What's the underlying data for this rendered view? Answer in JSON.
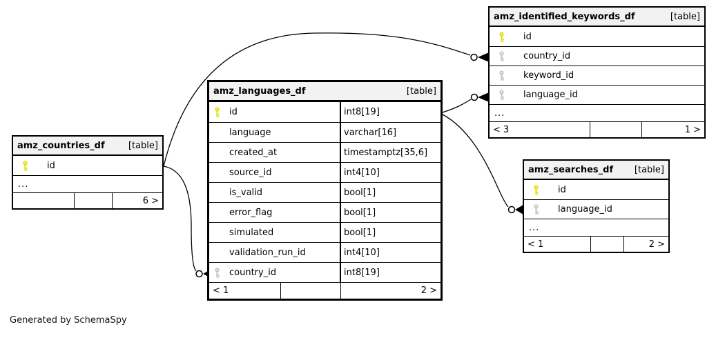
{
  "diagram": {
    "credit": "Generated by SchemaSpy",
    "colors": {
      "background": "#ffffff",
      "header_bg": "#f2f2f2",
      "border": "#000000",
      "primary_key": "#e0e000",
      "foreign_key": "#c4c4c4"
    },
    "tables": [
      {
        "title": "amz_countries_df",
        "badge": "[table]",
        "columns": [
          {
            "name": "id",
            "key": "pk",
            "type": ""
          }
        ],
        "ellipsis": "...",
        "footer": {
          "left": "",
          "mid": "",
          "right": "6 >"
        }
      },
      {
        "title": "amz_languages_df",
        "badge": "[table]",
        "columns": [
          {
            "name": "id",
            "key": "pk",
            "type": "int8[19]"
          },
          {
            "name": "language",
            "key": "",
            "type": "varchar[16]"
          },
          {
            "name": "created_at",
            "key": "",
            "type": "timestamptz[35,6]"
          },
          {
            "name": "source_id",
            "key": "",
            "type": "int4[10]"
          },
          {
            "name": "is_valid",
            "key": "",
            "type": "bool[1]"
          },
          {
            "name": "error_flag",
            "key": "",
            "type": "bool[1]"
          },
          {
            "name": "simulated",
            "key": "",
            "type": "bool[1]"
          },
          {
            "name": "validation_run_id",
            "key": "",
            "type": "int4[10]"
          },
          {
            "name": "country_id",
            "key": "fk",
            "type": "int8[19]"
          }
        ],
        "footer": {
          "left": "< 1",
          "mid": "",
          "right": "2 >"
        }
      },
      {
        "title": "amz_identified_keywords_df",
        "badge": "[table]",
        "columns": [
          {
            "name": "id",
            "key": "pk",
            "type": ""
          },
          {
            "name": "country_id",
            "key": "fk",
            "type": ""
          },
          {
            "name": "keyword_id",
            "key": "fk",
            "type": ""
          },
          {
            "name": "language_id",
            "key": "fk",
            "type": ""
          }
        ],
        "ellipsis": "...",
        "footer": {
          "left": "< 3",
          "mid": "",
          "right": "1 >"
        }
      },
      {
        "title": "amz_searches_df",
        "badge": "[table]",
        "columns": [
          {
            "name": "id",
            "key": "pk",
            "type": ""
          },
          {
            "name": "language_id",
            "key": "fk",
            "type": ""
          }
        ],
        "ellipsis": "...",
        "footer": {
          "left": "< 1",
          "mid": "",
          "right": "2 >"
        }
      }
    ],
    "relationships": [
      {
        "from": "amz_countries_df.id",
        "to": "amz_identified_keywords_df.country_id"
      },
      {
        "from": "amz_countries_df.id",
        "to": "amz_languages_df.country_id"
      },
      {
        "from": "amz_languages_df.id",
        "to": "amz_identified_keywords_df.language_id"
      },
      {
        "from": "amz_languages_df.id",
        "to": "amz_searches_df.language_id"
      }
    ]
  }
}
